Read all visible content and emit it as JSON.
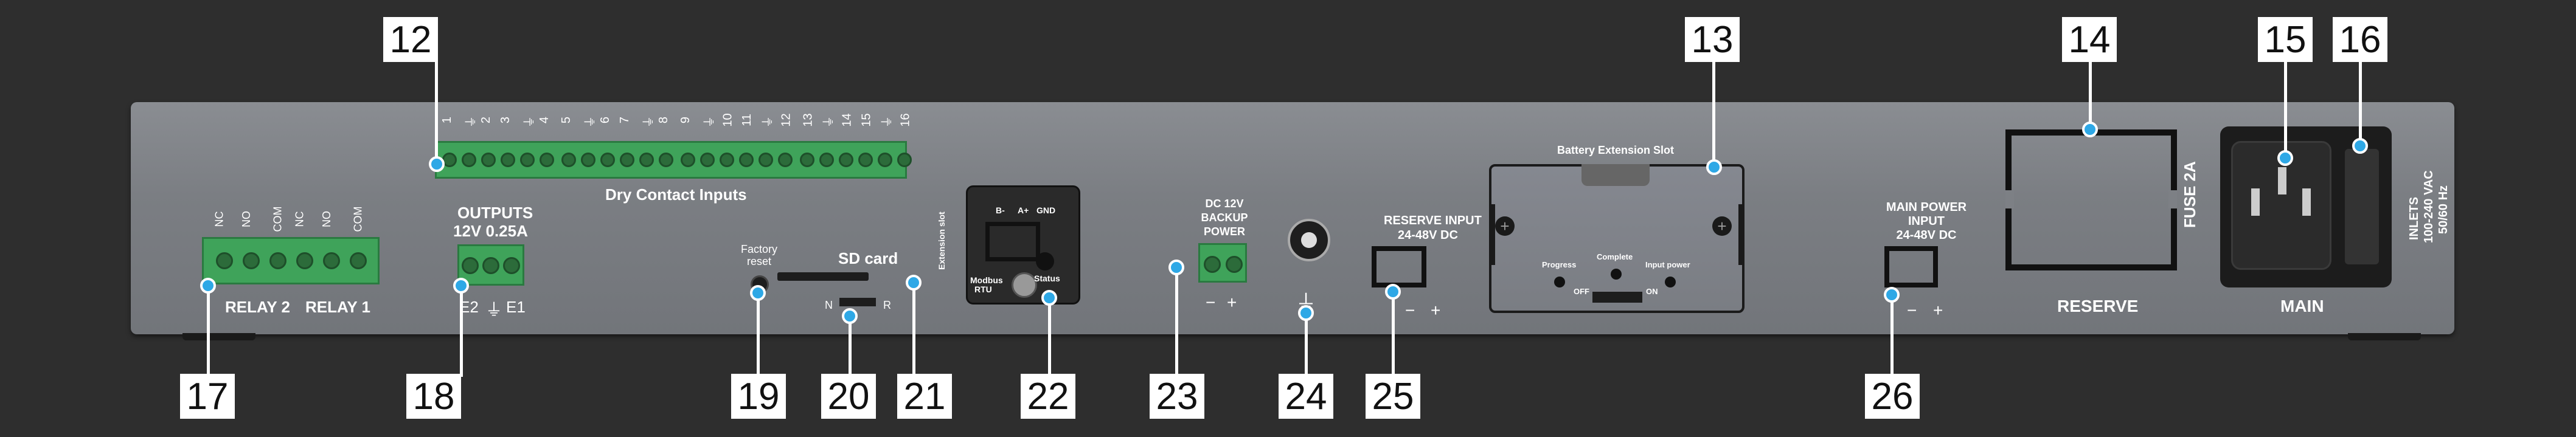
{
  "callouts": {
    "c12": "12",
    "c13": "13",
    "c14": "14",
    "c15": "15",
    "c16": "16",
    "c17": "17",
    "c18": "18",
    "c19": "19",
    "c20": "20",
    "c21": "21",
    "c22": "22",
    "c23": "23",
    "c24": "24",
    "c25": "25",
    "c26": "26"
  },
  "dry_contacts": {
    "title": "Dry Contact Inputs",
    "pin_labels": [
      "1",
      "⏚",
      "2",
      "3",
      "⏚",
      "4",
      "5",
      "⏚",
      "6",
      "7",
      "⏚",
      "8",
      "9",
      "⏚",
      "10",
      "11",
      "⏚",
      "12",
      "13",
      "⏚",
      "14",
      "15",
      "⏚",
      "16"
    ]
  },
  "relays": {
    "pin_labels": [
      "NC",
      "NO",
      "COM",
      "NC",
      "NO",
      "COM"
    ],
    "relay2": "RELAY 2",
    "relay1": "RELAY 1"
  },
  "outputs": {
    "title": "OUTPUTS",
    "spec": "12V  0.25A",
    "e2": "E2",
    "gnd": "⏚",
    "e1": "E1"
  },
  "factory_reset": {
    "line1": "Factory",
    "line2": "reset"
  },
  "sd_card": {
    "title": "SD card",
    "n": "N",
    "r": "R"
  },
  "extension": {
    "side": "Extension slot",
    "b_minus": "B-",
    "a_plus": "A+",
    "gnd": "GND",
    "modbus": "Modbus",
    "rtu": "RTU",
    "status": "Status"
  },
  "dc_backup": {
    "line1": "DC 12V",
    "line2": "BACKUP",
    "line3": "POWER",
    "minus": "−",
    "plus": "+"
  },
  "reserve_input": {
    "line1": "RESERVE  INPUT",
    "line2": "24-48V DC",
    "minus": "−",
    "plus": "+"
  },
  "battery": {
    "title": "Battery Extension Slot",
    "progress": "Progress",
    "complete": "Complete",
    "input_power": "Input power",
    "off": "OFF",
    "on": "ON"
  },
  "main_power": {
    "line1": "MAIN POWER",
    "line2": "INPUT",
    "line3": "24-48V DC",
    "minus": "−",
    "plus": "+"
  },
  "reserve_slot": {
    "label": "RESERVE",
    "fuse": "FUSE 2A"
  },
  "main_inlet": {
    "label": "MAIN",
    "inlets1": "INLETS",
    "inlets2": "100-240 VAC",
    "inlets3": "50/60 Hz"
  }
}
